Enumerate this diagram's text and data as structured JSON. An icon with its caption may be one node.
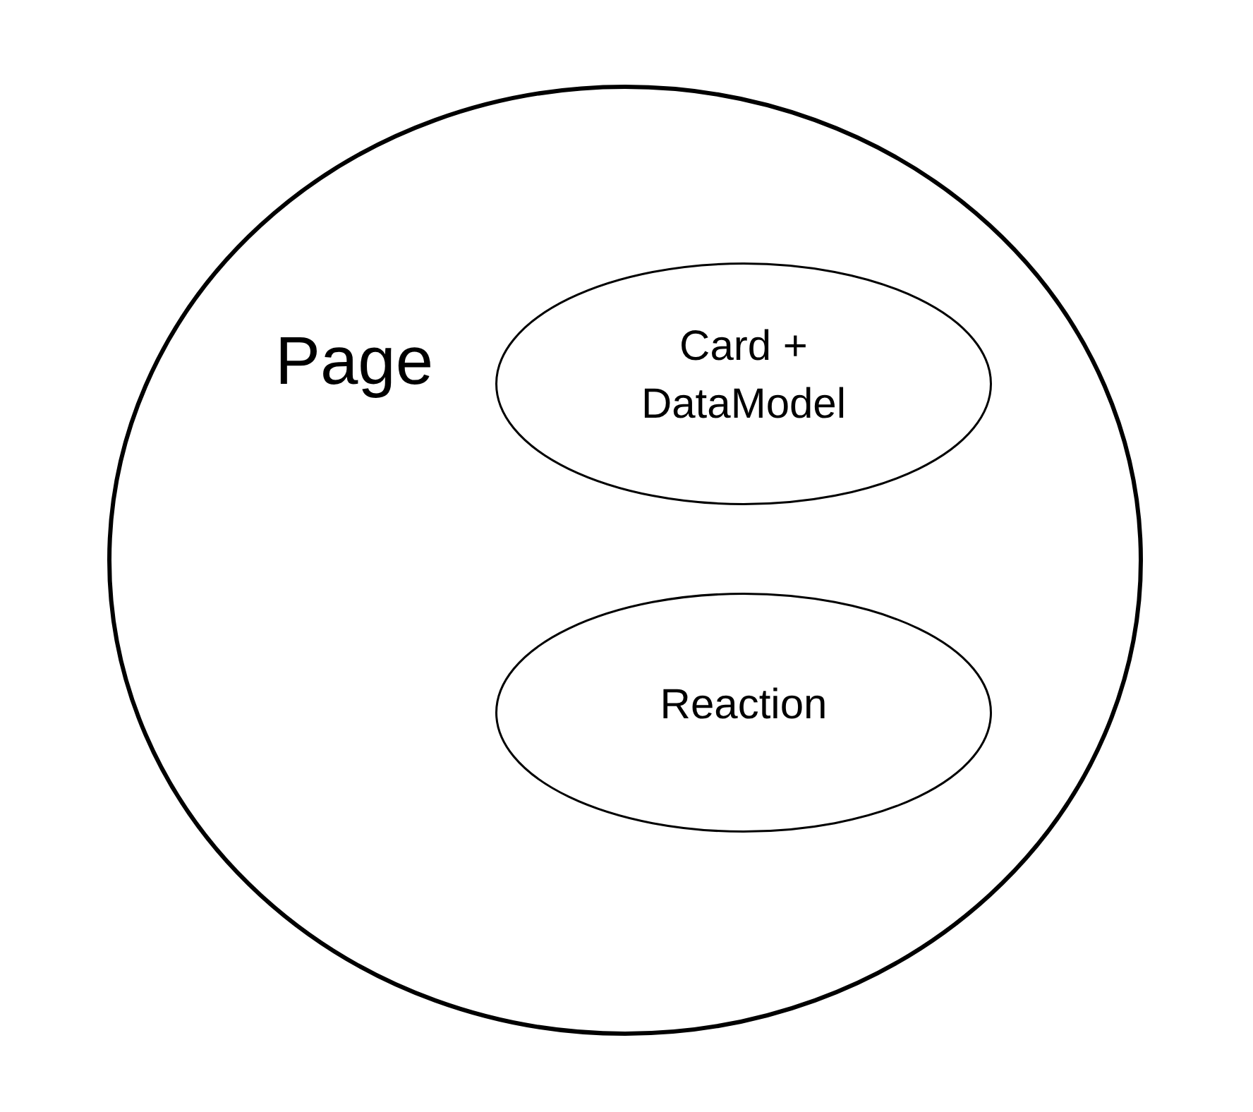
{
  "diagram": {
    "nodes": [
      {
        "text": [
          "Page"
        ]
      },
      {
        "text": [
          "Card + DataModel"
        ],
        "in": 0
      },
      {
        "text": [
          "Reaction"
        ],
        "in": 0
      }
    ]
  }
}
